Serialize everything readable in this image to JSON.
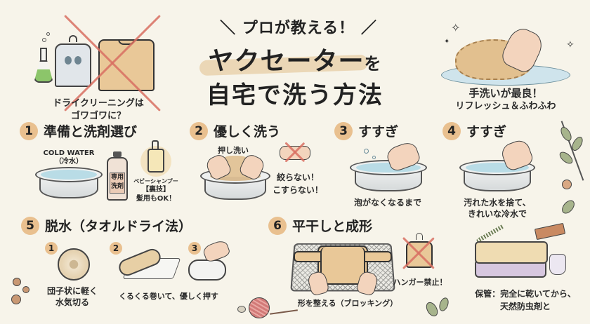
{
  "header": {
    "subtitle": "＼ プロが教える！ ／",
    "title_line1_main": "ヤクセーター",
    "title_line1_particle": "を",
    "title_line2": "自宅で洗う方法"
  },
  "intro_left": {
    "icons": [
      "flask-icon",
      "shirt-on-hanger-icon",
      "sweater-icon",
      "cross-mark-icon"
    ],
    "caption_line1": "ドライクリーニングは",
    "caption_line2": "ゴワゴワに？"
  },
  "intro_right": {
    "icons": [
      "sparkle-icon",
      "hand-washing-sweater-icon"
    ],
    "caption_line1": "手洗いが最良！",
    "caption_line2": "リフレッシュ＆ふわふわ"
  },
  "steps": [
    {
      "number": "1",
      "title": "準備と洗剤選び",
      "bowl_label_line1": "COLD WATER",
      "bowl_label_line2": "（冷水）",
      "detergent_label_line1": "専用",
      "detergent_label_line2": "洗剤",
      "shampoo_label_line1": "ベビーシャンプー",
      "shampoo_label_line2": "【裏技】",
      "shampoo_label_line3": "髪用もOK！"
    },
    {
      "number": "2",
      "title": "優しく洗う",
      "action_label": "押し洗い",
      "warning_line1": "絞らない！",
      "warning_line2": "こすらない！"
    },
    {
      "number": "3",
      "title": "すすぎ",
      "caption": "泡がなくなるまで"
    },
    {
      "number": "4",
      "title": "すすぎ",
      "caption_line1": "汚れた水を捨て、",
      "caption_line2": "きれいな冷水で"
    },
    {
      "number": "5",
      "title": "脱水（タオルドライ法）",
      "substeps": [
        {
          "number": "1",
          "caption_line1": "団子状に軽く",
          "caption_line2": "水気切る"
        },
        {
          "number": "2",
          "caption_line1": "くるくる巻いて、優しく押す"
        },
        {
          "number": "3",
          "caption_line1": ""
        }
      ]
    },
    {
      "number": "6",
      "title": "平干しと成形",
      "caption": "形を整える（ブロッキング）",
      "warning": "ハンガー禁止！"
    }
  ],
  "storage": {
    "caption_line1": "保管：完全に乾いてから、",
    "caption_line2": "天然防虫剤と"
  },
  "colors": {
    "background": "#f7f4ea",
    "badge": "#e9c08f",
    "highlight": "#e7cfa9",
    "cross": "#d86e62",
    "water": "#b9dce6",
    "sweater": "#e9c898"
  }
}
